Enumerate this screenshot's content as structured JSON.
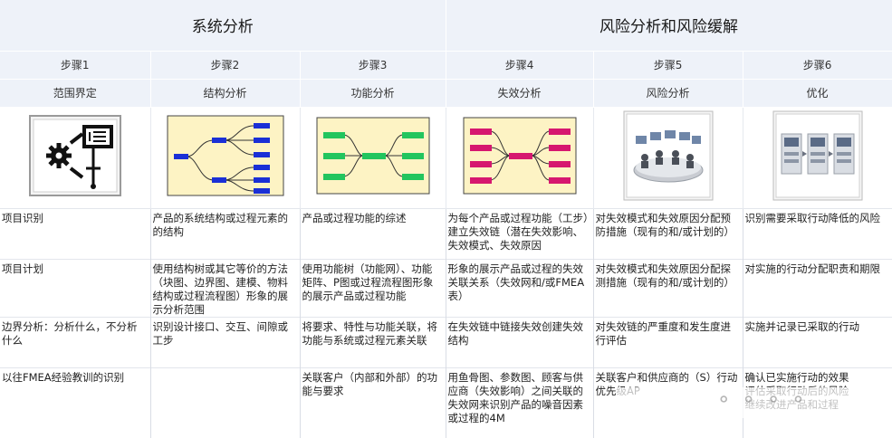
{
  "phases": {
    "system_analysis": "系统分析",
    "risk_analysis": "风险分析和风险缓解"
  },
  "steps": [
    {
      "number": "步骤1",
      "name": "范围界定",
      "icon": "scope-gear-icon"
    },
    {
      "number": "步骤2",
      "name": "结构分析",
      "icon": "structure-tree-icon"
    },
    {
      "number": "步骤3",
      "name": "功能分析",
      "icon": "function-network-icon"
    },
    {
      "number": "步骤4",
      "name": "失效分析",
      "icon": "failure-network-icon"
    },
    {
      "number": "步骤5",
      "name": "风险分析",
      "icon": "risk-team-icon"
    },
    {
      "number": "步骤6",
      "name": "优化",
      "icon": "optimization-process-icon"
    }
  ],
  "rows": [
    {
      "cells": [
        "项目识别",
        "产品的系统结构或过程元素的的结构",
        "产品或过程功能的综述",
        "为每个产品或过程功能（工步）建立失效链（潜在失效影响、失效模式、失效原因",
        "对失效模式和失效原因分配预防措施（现有的和/或计划的）",
        "识别需要采取行动降低的风险"
      ]
    },
    {
      "cells": [
        "项目计划",
        "使用结构树或其它等价的方法（块图、边界图、建模、物料结构或过程流程图）形象的展示分析范围",
        "使用功能树（功能网）、功能矩阵、P图或过程流程图形象的展示产品或过程功能",
        "形象的展示产品或过程的失效关联关系（失效网和/或FMEA表）",
        "对失效模式和失效原因分配探测措施（现有的和/或计划的）",
        "对实施的行动分配职责和期限"
      ]
    },
    {
      "cells": [
        "边界分析：分析什么，不分析什么",
        "识别设计接口、交互、间隙或工步",
        "将要求、特性与功能关联，将功能与系统或过程元素关联",
        "在失效链中链接失效创建失效结构",
        "对失效链的严重度和发生度进行评估",
        "实施并记录已采取的行动"
      ]
    },
    {
      "cells": [
        "以往FMEA经验教训的识别",
        "",
        "关联客户（内部和外部）的功能与要求",
        "用鱼骨图、参数图、顾客与供应商（失效影响）之间关联的失效网来识别产品的噪音因素或过程的4M",
        "关联客户和供应商的（S）行动优先级AP",
        "确认已实施行动的效果\n评估采取行动后的风险\n继续改进产品和过程"
      ]
    }
  ],
  "colors": {
    "header_band": "#eef2f9",
    "structure_bg": "#fdf3c4",
    "structure_node": "#1a2fd6",
    "function_bg": "#fdf3c4",
    "function_node": "#22c55e",
    "failure_bg": "#fdf3c4",
    "failure_node": "#d6176f"
  }
}
